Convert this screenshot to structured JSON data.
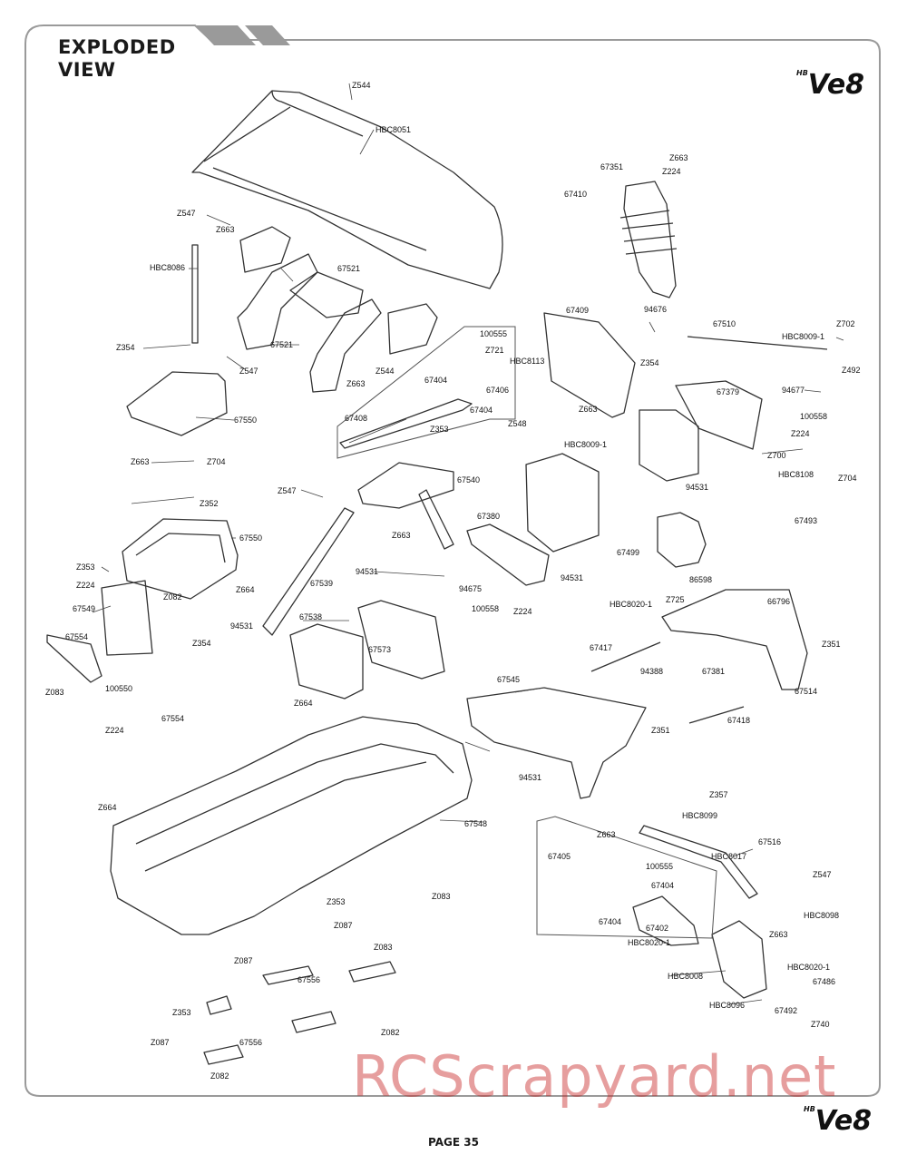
{
  "header": {
    "line1": "EXPLODED",
    "line2": "VIEW"
  },
  "brand": {
    "small": "HB",
    "big": "Ve8"
  },
  "footer": {
    "page": "PAGE 35"
  },
  "watermark": "RCScrapyard.net",
  "colors": {
    "frame": "#9a9a9a",
    "part": "#333333",
    "watermark": "#c82828"
  },
  "labels": [
    "Z544",
    "HBC8051",
    "Z663",
    "Z224",
    "67351",
    "67410",
    "Z547",
    "Z663",
    "HBC8086",
    "67521",
    "67521",
    "Z354",
    "Z547",
    "Z544",
    "Z663",
    "67550",
    "100555",
    "Z721",
    "67404",
    "67406",
    "67404",
    "HBC8113",
    "67409",
    "Z354",
    "94676",
    "67510",
    "HBC8009-1",
    "Z702",
    "Z492",
    "94677",
    "67379",
    "Z224",
    "100558",
    "Z700",
    "HBC8108",
    "Z704",
    "67493",
    "67408",
    "Z353",
    "Z548",
    "Z663",
    "HBC8009-1",
    "94531",
    "Z663",
    "Z704",
    "Z352",
    "Z547",
    "67540",
    "67380",
    "Z663",
    "67550",
    "94531",
    "67499",
    "86598",
    "Z353",
    "Z224",
    "Z082",
    "67549",
    "Z664",
    "67539",
    "94675",
    "100558",
    "Z224",
    "94531",
    "HBC8020-1",
    "Z725",
    "66796",
    "67554",
    "Z354",
    "67538",
    "67573",
    "94531",
    "67417",
    "Z351",
    "94388",
    "67381",
    "67514",
    "Z083",
    "100550",
    "67554",
    "Z664",
    "67545",
    "Z224",
    "67418",
    "Z351",
    "94531",
    "Z664",
    "67548",
    "Z357",
    "HBC8099",
    "Z663",
    "67516",
    "67405",
    "HBC8017",
    "100555",
    "67404",
    "Z547",
    "Z083",
    "Z353",
    "Z087",
    "67404",
    "67402",
    "HBC8098",
    "Z663",
    "HBC8020-1",
    "Z087",
    "Z083",
    "67556",
    "HBC8020-1",
    "HBC8008",
    "67486",
    "Z353",
    "HBC8096",
    "67492",
    "Z740",
    "Z082",
    "Z087",
    "67556",
    "Z082"
  ]
}
